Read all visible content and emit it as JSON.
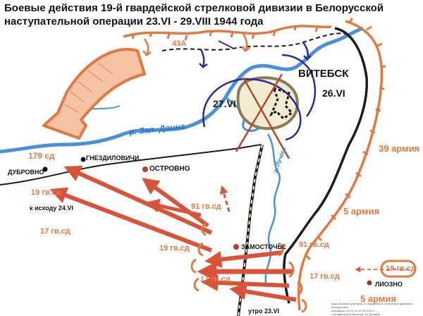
{
  "title_line1": "Боевые действия 19-й гвардейской стрелковой дивизии в Белорусской",
  "title_line2": "наступательной операции 23.VI - 29.VIII 1944 года",
  "rivers": {
    "dvina": "р. Зап. Двина",
    "luchesa": "р. Лучёса"
  },
  "places": {
    "vitebsk": "ВИТЕБСК",
    "gnezdilovichi": "ГНЕЗДИЛОВИЧИ",
    "dubrovno": "ДУБРОВНО",
    "ostrovno": "ОСТРОВНО",
    "zamostochye": "ЗАМОСТОЧЬЕ",
    "liozno": "ЛИОЗНО"
  },
  "german_corps": {
    "c27": "27.VI",
    "c26": "26.VI"
  },
  "units": {
    "a43": "43А",
    "sd179": "179 сд",
    "a39": "39 армия",
    "a5_mid": "5 армия",
    "a5_bottom": "5 армия",
    "gv19_left": "19 гв.сд",
    "gv19_mid": "19 гв.сд",
    "gv19_box": "19 гв.сд",
    "gv17_left": "17 гв.сд",
    "gv17_low": "17 гв.сд",
    "gv17_bottom": "17 гв.сд",
    "gv91_top": "91 гв.сд",
    "gv91_right": "91 гв.сд"
  },
  "notes": {
    "by_end": "к исходу 24.VI",
    "morning": "утро 23.VI"
  },
  "credit": [
    "Карта боевых действий 19 гвардейской стрелковой дивизии в Белорусской",
    "операции с 23.VI по 29.VIII 1944 г.",
    "Составили М.В.Архипов, Н.Г.Кулаков"
  ],
  "colors": {
    "attack": "#e07a45",
    "front_ours": "#e07a45",
    "front_enemy": "#1c1c1c",
    "river": "#4a90d9"
  }
}
